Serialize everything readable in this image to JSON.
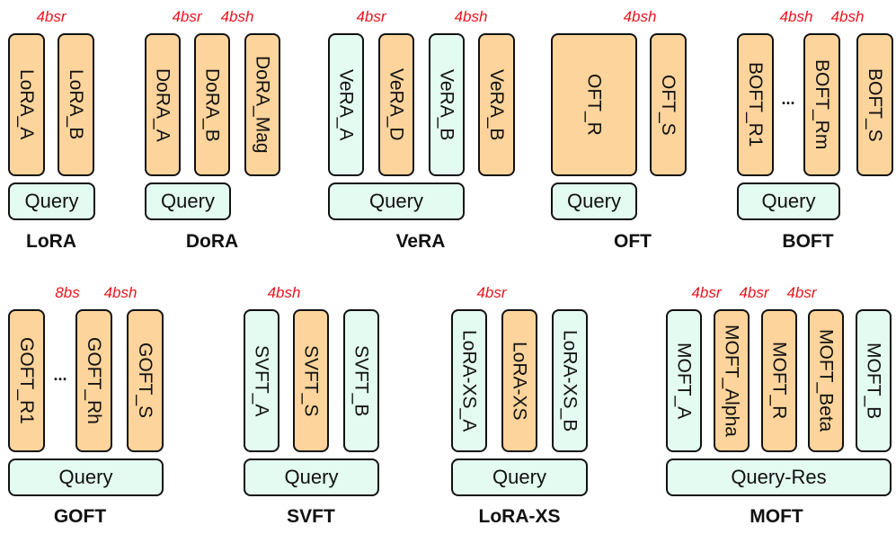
{
  "colors": {
    "trainable": "#FDD49B",
    "frozen": "#E3FBF0",
    "annotation": "#e8141c",
    "border": "#111111"
  },
  "methods": [
    {
      "name": "LoRA",
      "base": "Query",
      "blocks": [
        {
          "label": "LoRA_A",
          "kind": "trainable",
          "note": "4bsr"
        },
        {
          "label": "LoRA_B",
          "kind": "trainable",
          "note": ""
        }
      ]
    },
    {
      "name": "DoRA",
      "base": "Query",
      "blocks": [
        {
          "label": "DoRA_A",
          "kind": "trainable",
          "note": ""
        },
        {
          "label": "DoRA_B",
          "kind": "trainable",
          "note": "4bsr"
        },
        {
          "label": "DoRA_Mag",
          "kind": "trainable",
          "note": "4bsh"
        }
      ]
    },
    {
      "name": "VeRA",
      "base": "Query",
      "blocks": [
        {
          "label": "VeRA_A",
          "kind": "frozen",
          "note": "4bsr"
        },
        {
          "label": "VeRA_D",
          "kind": "trainable",
          "note": ""
        },
        {
          "label": "VeRA_B",
          "kind": "frozen",
          "note": "4bsh"
        },
        {
          "label": "VeRA_B",
          "kind": "trainable",
          "note": ""
        }
      ]
    },
    {
      "name": "OFT",
      "base": "Query",
      "blocks": [
        {
          "label": "OFT_R",
          "kind": "trainable",
          "note": ""
        },
        {
          "label": "OFT_S",
          "kind": "trainable",
          "note": "4bsh"
        }
      ]
    },
    {
      "name": "BOFT",
      "base": "Query",
      "ellipsis": "...",
      "blocks": [
        {
          "label": "BOFT_R1",
          "kind": "trainable",
          "note": ""
        },
        {
          "label": "BOFT_Rm",
          "kind": "trainable",
          "note": "4bsh"
        },
        {
          "label": "BOFT_S",
          "kind": "trainable",
          "note": "4bsh"
        }
      ]
    },
    {
      "name": "GOFT",
      "base": "Query",
      "ellipsis": "...",
      "blocks": [
        {
          "label": "GOFT_R1",
          "kind": "trainable",
          "note": ""
        },
        {
          "label": "GOFT_Rh",
          "kind": "trainable",
          "note": "8bs"
        },
        {
          "label": "GOFT_S",
          "kind": "trainable",
          "note": "4bsh"
        }
      ]
    },
    {
      "name": "SVFT",
      "base": "Query",
      "blocks": [
        {
          "label": "SVFT_A",
          "kind": "frozen",
          "note": ""
        },
        {
          "label": "SVFT_S",
          "kind": "trainable",
          "note": "4bsh"
        },
        {
          "label": "SVFT_B",
          "kind": "frozen",
          "note": ""
        }
      ]
    },
    {
      "name": "LoRA-XS",
      "base": "Query",
      "blocks": [
        {
          "label": "LoRA-XS_A",
          "kind": "frozen",
          "note": ""
        },
        {
          "label": "LoRA-XS",
          "kind": "trainable",
          "note": "4bsr"
        },
        {
          "label": "LoRA-XS_B",
          "kind": "frozen",
          "note": ""
        }
      ]
    },
    {
      "name": "MOFT",
      "base": "Query-Res",
      "blocks": [
        {
          "label": "MOFT_A",
          "kind": "frozen",
          "note": ""
        },
        {
          "label": "MOFT_Alpha",
          "kind": "trainable",
          "note": "4bsr"
        },
        {
          "label": "MOFT_R",
          "kind": "trainable",
          "note": "4bsr"
        },
        {
          "label": "MOFT_Beta",
          "kind": "trainable",
          "note": "4bsr"
        },
        {
          "label": "MOFT_B",
          "kind": "frozen",
          "note": ""
        }
      ]
    }
  ]
}
